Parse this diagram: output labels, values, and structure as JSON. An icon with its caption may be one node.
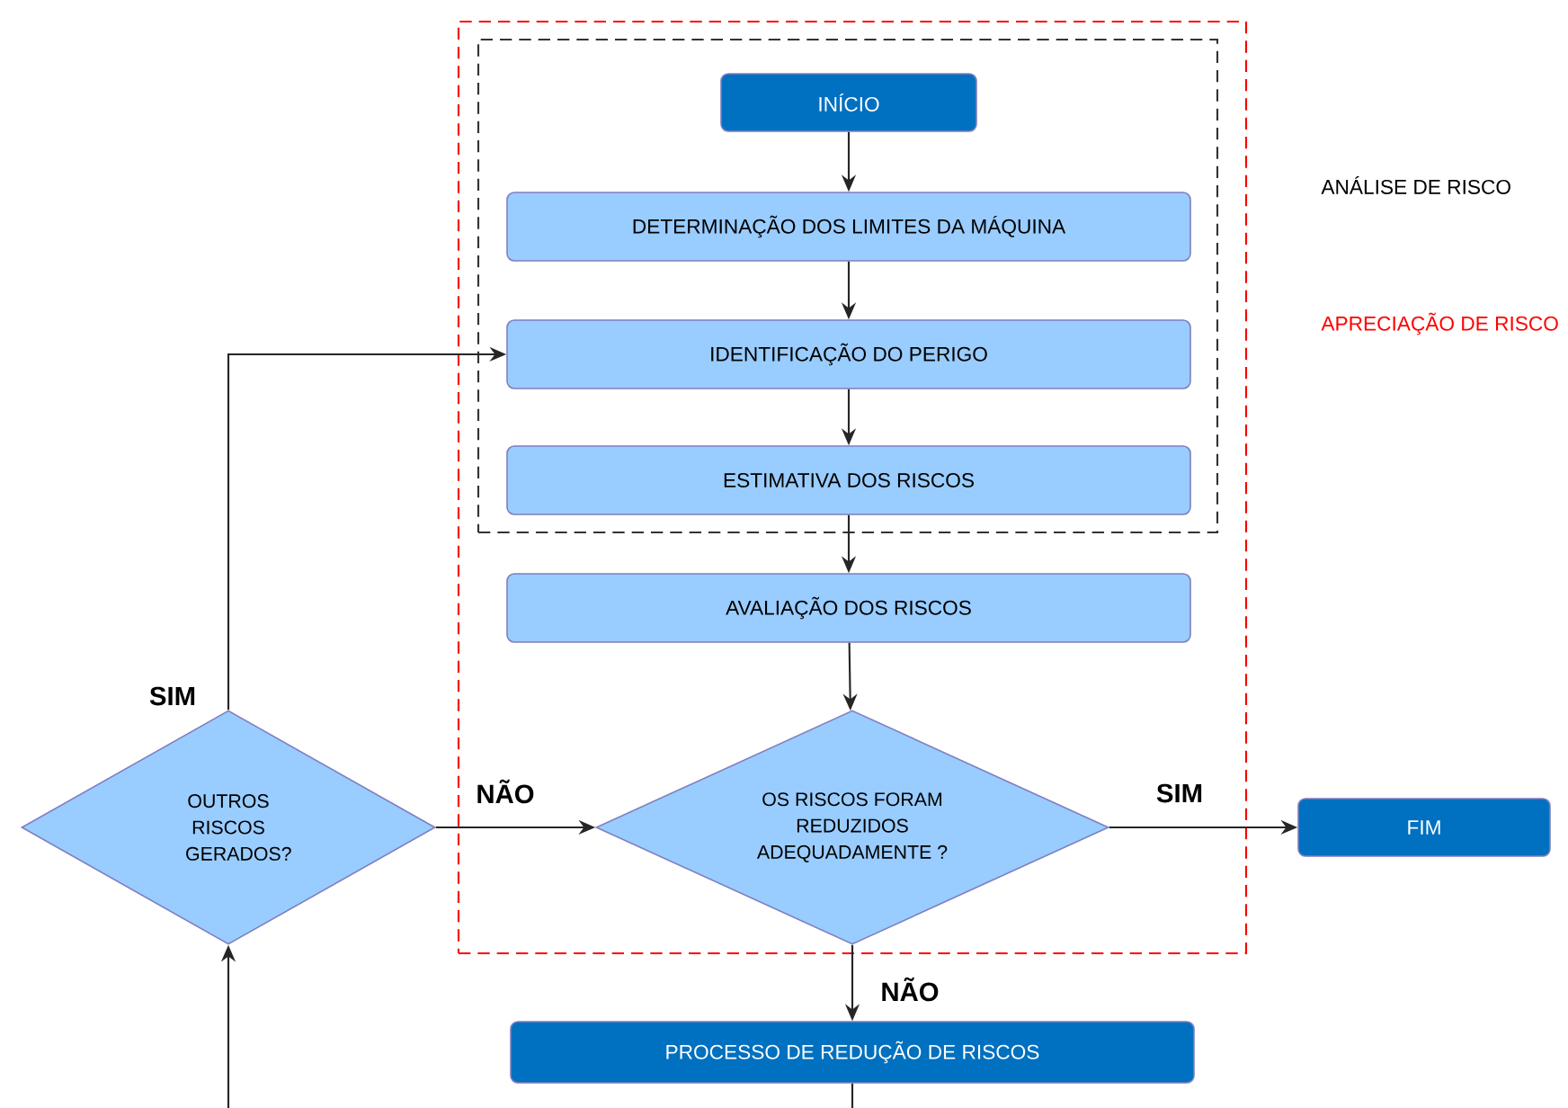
{
  "diagram": {
    "nodes": [
      {
        "text": [],
        "shape": "box"
      },
      {
        "text": [],
        "shape": "box",
        "in": 0
      },
      {
        "text": [
          "INÍCIO"
        ],
        "in": 1
      },
      {
        "text": [
          "DETERMINAÇÃO DOS LIMITES DA MÁQUINA"
        ],
        "in": 1
      },
      {
        "text": [
          "IDENTIFICAÇÃO DO PERIGO"
        ],
        "in": 1
      },
      {
        "text": [
          "ESTIMATIVA DOS RISCOS"
        ],
        "in": 1
      },
      {
        "text": [
          "AVALIAÇÃO DOS RISCOS"
        ],
        "in": 0
      },
      {
        "text": [
          "OS RISCOS FORAM REDUZIDOS ADEQUADAMENTE ?"
        ],
        "in": 0
      },
      {
        "text": [
          "OUTROS RISCOS GERADOS?"
        ]
      },
      {
        "text": [
          "FIM"
        ]
      },
      {
        "text": [
          "PROCESSO DE REDUÇÃO DE RISCOS"
        ]
      }
    ],
    "edges": [
      {
        "from": 2,
        "to": 3,
        "arrow": "to"
      },
      {
        "from": 3,
        "to": 4,
        "arrow": "to"
      },
      {
        "from": 4,
        "to": 5,
        "arrow": "to"
      },
      {
        "from": 5,
        "to": 6,
        "arrow": "to"
      },
      {
        "from": 6,
        "to": 7,
        "arrow": "to"
      },
      {
        "from": 7,
        "to": 9,
        "arrow": "to",
        "label": "SIM"
      },
      {
        "from": 7,
        "to": 10,
        "arrow": "to",
        "label": "NÃO"
      },
      {
        "from": 10,
        "to": 8,
        "arrow": "to"
      },
      {
        "from": 8,
        "to": 4,
        "arrow": "to",
        "label": "SIM"
      },
      {
        "from": 8,
        "to": 7,
        "arrow": "to",
        "label": "NÃO"
      }
    ],
    "labels": [
      "ANÁLISE DE RISCO",
      "APRECIAÇÃO DE RISCO"
    ]
  }
}
